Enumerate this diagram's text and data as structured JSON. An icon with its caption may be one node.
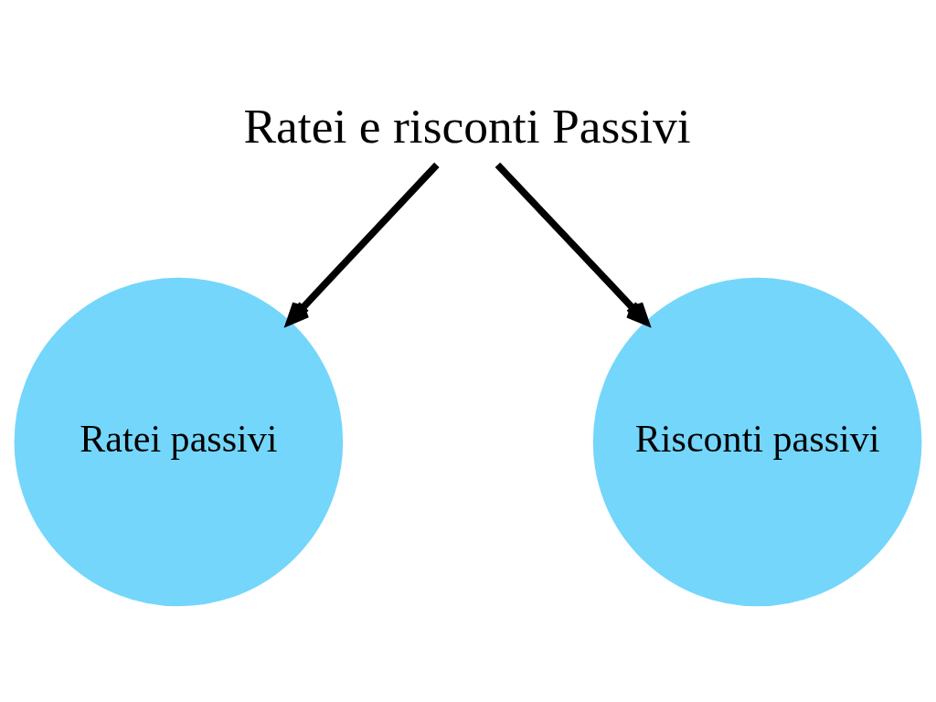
{
  "diagram": {
    "nodes": [
      {
        "text": [
          "Ratei e risconti Passivi"
        ]
      },
      {
        "text": [
          "Ratei passivi"
        ]
      },
      {
        "text": [
          "Risconti passivi"
        ]
      }
    ],
    "edges": [
      {
        "from": 0,
        "to": 1,
        "arrow": "to"
      },
      {
        "from": 0,
        "to": 2,
        "arrow": "to"
      }
    ]
  }
}
